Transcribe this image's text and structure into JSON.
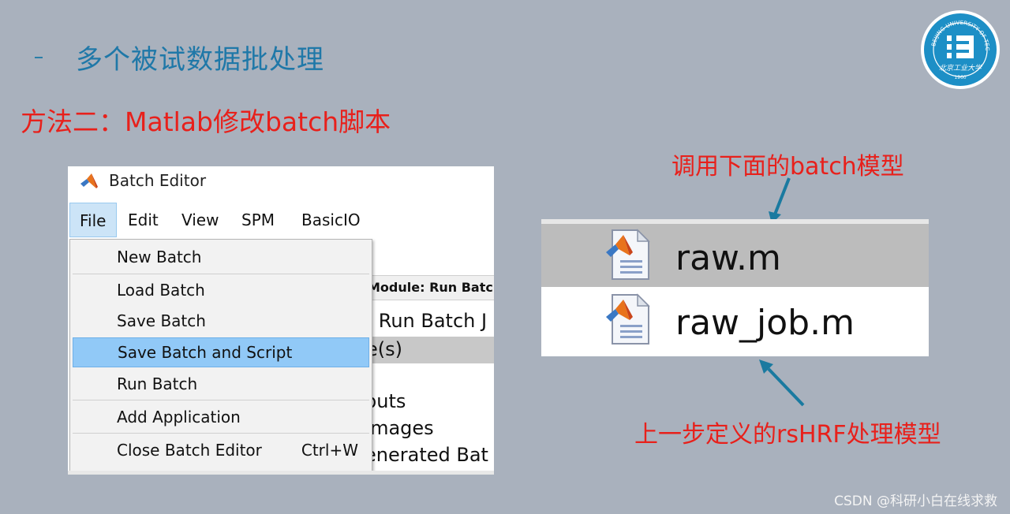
{
  "slide": {
    "title": "多个被试数据批处理",
    "method": "方法二：Matlab修改batch脚本",
    "logo_text": "BEIJING UNIVERSITY OF TECHNOLOGY",
    "logo_year": "1960"
  },
  "batch_editor": {
    "window_title": "Batch Editor",
    "menu": [
      "File",
      "Edit",
      "View",
      "SPM",
      "BasicIO"
    ],
    "file_menu": [
      {
        "label": "New Batch",
        "shortcut": ""
      },
      {
        "label": "Load Batch",
        "shortcut": ""
      },
      {
        "label": "Save Batch",
        "shortcut": ""
      },
      {
        "label": "Save Batch and Script",
        "shortcut": ""
      },
      {
        "label": "Run Batch",
        "shortcut": ""
      },
      {
        "label": "Add Application",
        "shortcut": ""
      },
      {
        "label": "Close Batch Editor",
        "shortcut": "Ctrl+W"
      }
    ],
    "right_panel": {
      "module_header": "Module: Run Batc",
      "run_batch_line": ": Run Batch J",
      "selected_line": "e(s)",
      "line1": "puts",
      "line2": "Images",
      "line3": "enerated Bat"
    }
  },
  "files": [
    {
      "name": "raw.m",
      "icon": "matlab-file-icon"
    },
    {
      "name": "raw_job.m",
      "icon": "matlab-file-icon"
    }
  ],
  "annotations": {
    "top": "调用下面的batch模型",
    "bottom": "上一步定义的rsHRF处理模型"
  },
  "colors": {
    "background": "#a9b1bd",
    "title_blue": "#1f78a8",
    "annotation_red": "#e8201b",
    "arrow_teal": "#1a7aa0",
    "menu_highlight": "#91c9f7"
  },
  "watermark": "CSDN @科研小白在线求救"
}
